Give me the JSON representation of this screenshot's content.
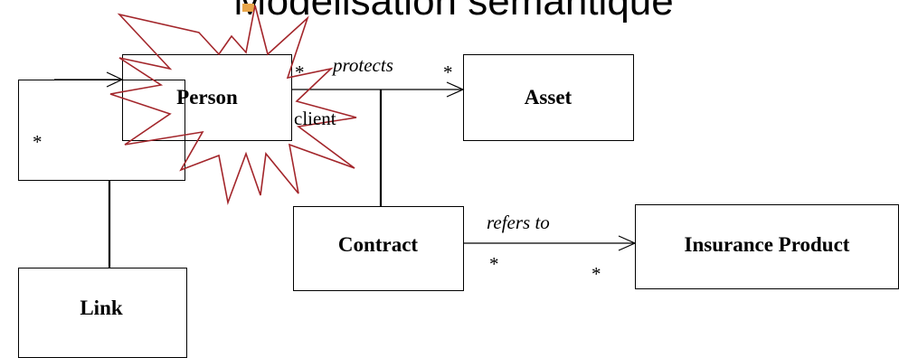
{
  "slide": {
    "title": "Modélisation sémantique",
    "bullet_color": "#e8a54a"
  },
  "diagram": {
    "classes": {
      "person": "Person",
      "asset": "Asset",
      "contract": "Contract",
      "insurance_product": "Insurance Product",
      "link": "Link"
    },
    "associations": {
      "protects": "protects",
      "refers_to": "refers to"
    },
    "roles": {
      "client": "client"
    },
    "multiplicities": {
      "person_protects": "*",
      "asset_protects": "*",
      "link_self": "*",
      "contract_refers": "*",
      "product_refers": "*"
    },
    "highlight": {
      "shape": "star-burst",
      "color": "#a3262b"
    }
  }
}
